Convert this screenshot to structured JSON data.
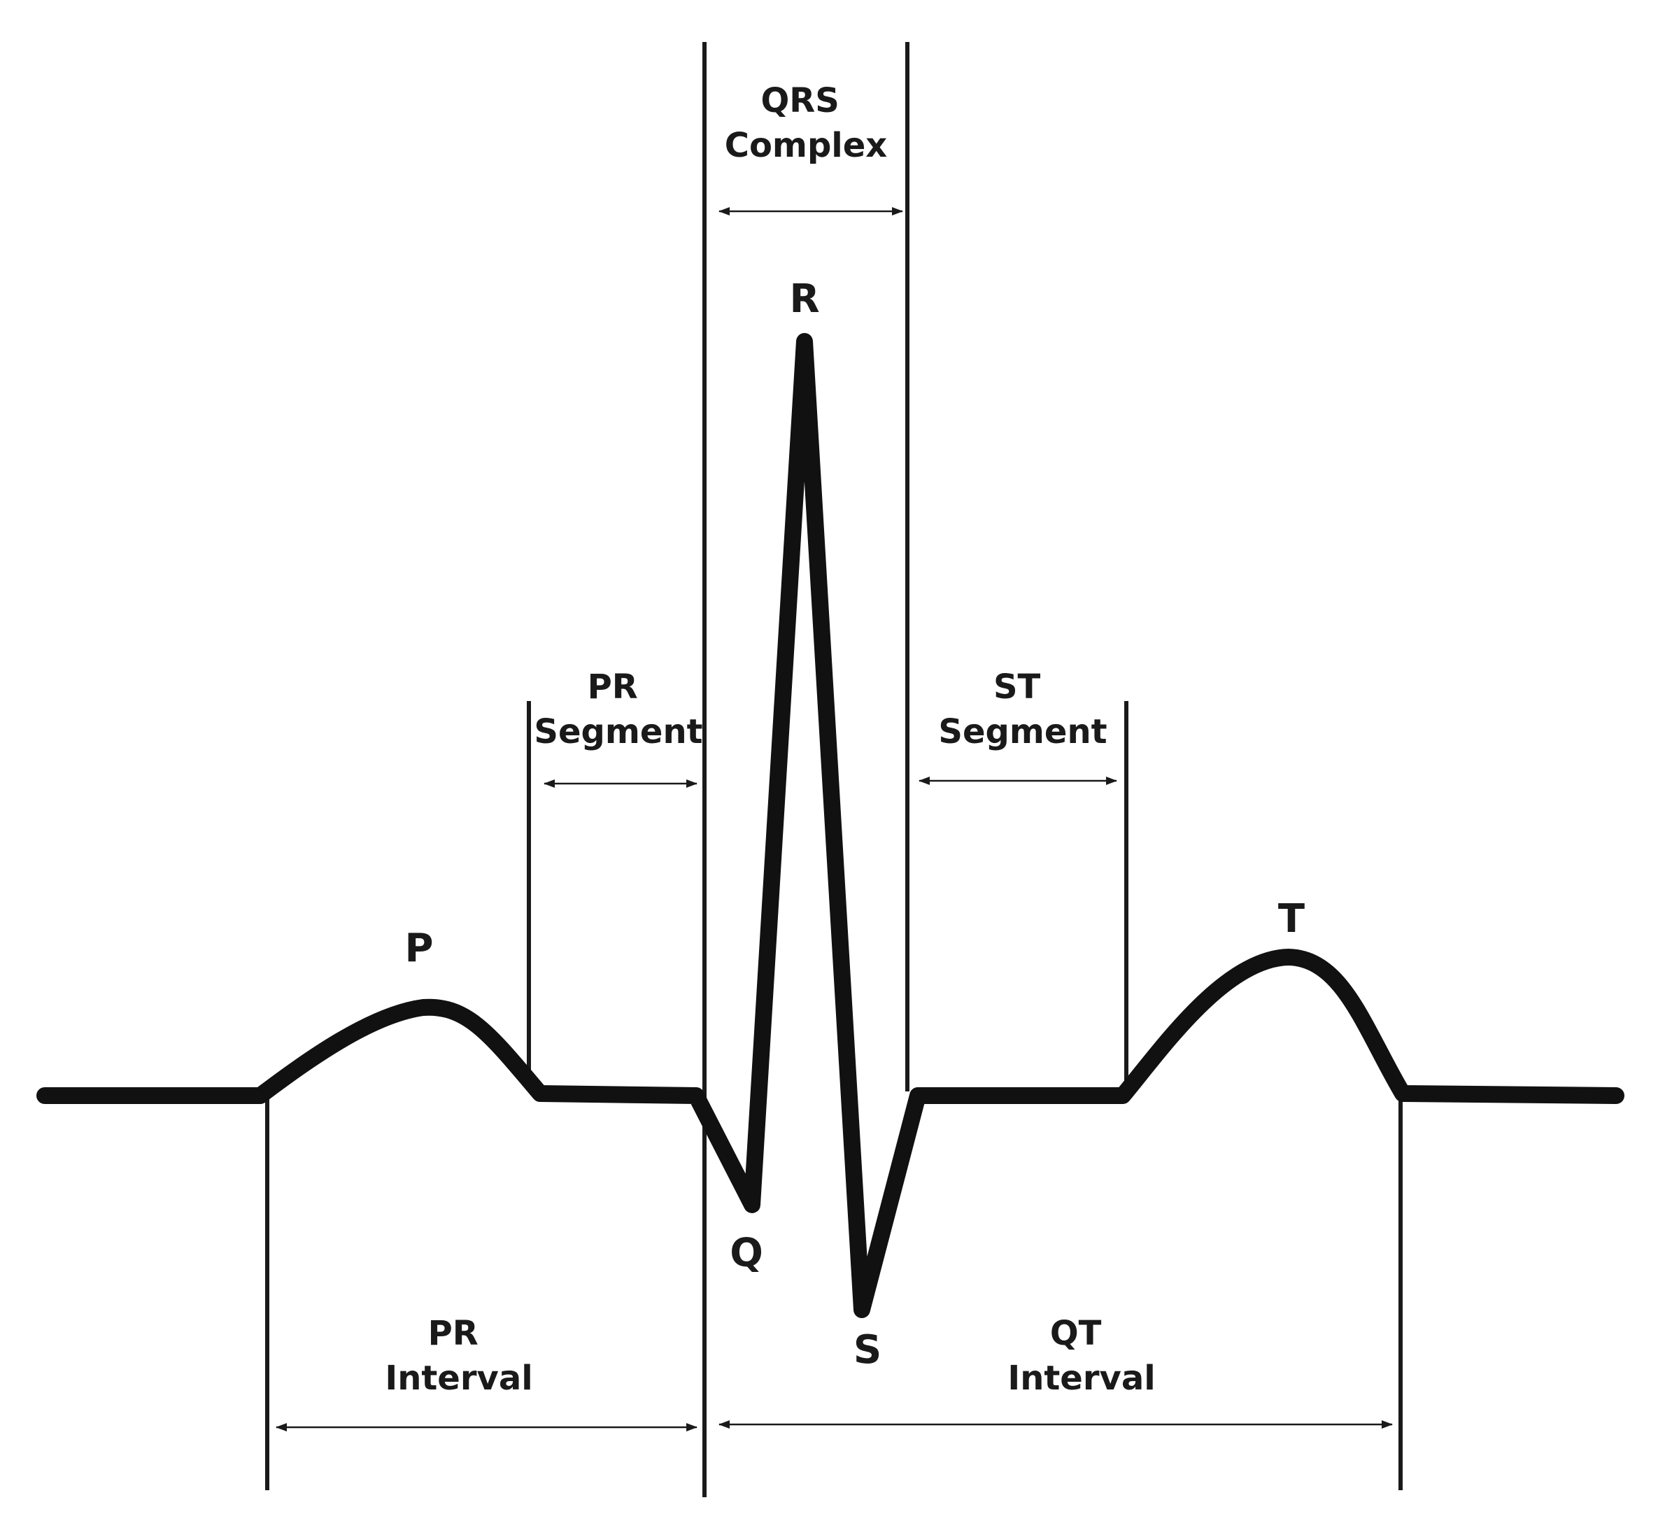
{
  "waves": {
    "p": "P",
    "q": "Q",
    "r": "R",
    "s": "S",
    "t": "T"
  },
  "spans": {
    "qrs_complex": [
      "QRS",
      "Complex"
    ],
    "pr_segment": [
      "PR",
      "Segment"
    ],
    "st_segment": [
      "ST",
      "Segment"
    ],
    "pr_interval": [
      "PR",
      "Interval"
    ],
    "qt_interval": [
      "QT",
      "Interval"
    ]
  },
  "colors": {
    "ink": "#111111",
    "background": "#ffffff"
  }
}
